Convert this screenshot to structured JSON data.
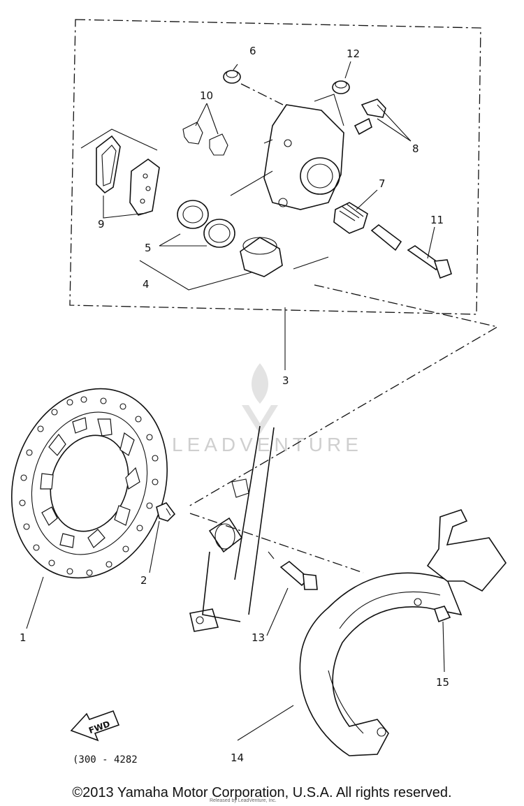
{
  "diagram": {
    "callouts": [
      {
        "id": "1",
        "label": "1"
      },
      {
        "id": "2",
        "label": "2"
      },
      {
        "id": "3",
        "label": "3"
      },
      {
        "id": "4",
        "label": "4"
      },
      {
        "id": "5",
        "label": "5"
      },
      {
        "id": "6",
        "label": "6"
      },
      {
        "id": "7",
        "label": "7"
      },
      {
        "id": "8",
        "label": "8"
      },
      {
        "id": "9",
        "label": "9"
      },
      {
        "id": "10",
        "label": "10"
      },
      {
        "id": "11",
        "label": "11"
      },
      {
        "id": "12",
        "label": "12"
      },
      {
        "id": "13",
        "label": "13"
      },
      {
        "id": "14",
        "label": "14"
      },
      {
        "id": "15",
        "label": "15"
      }
    ],
    "fwd_label": "FWD",
    "drawing_code": "(300 - 4282",
    "watermark": "LEADVENTURE",
    "fine_print": "Released by LeadVenture, Inc."
  },
  "footer": {
    "copyright": "©2013 Yamaha Motor Corporation, U.S.A. All rights reserved."
  }
}
